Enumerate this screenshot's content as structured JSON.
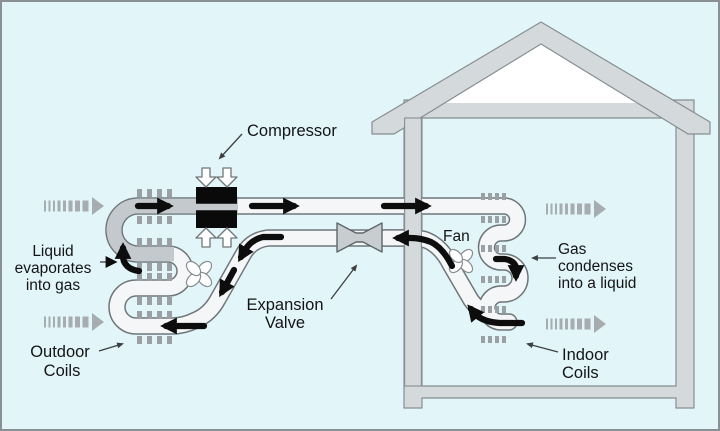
{
  "diagram": {
    "title": "Heat pump heating cycle diagram",
    "type": "schematic"
  },
  "labels": {
    "compressor": "Compressor",
    "liquid_line1": "Liquid",
    "liquid_line2": "evaporates",
    "liquid_line3": "into gas",
    "expansion_line1": "Expansion",
    "expansion_line2": "Valve",
    "fan": "Fan",
    "gas_line1": "Gas",
    "gas_line2": "condenses",
    "gas_line3": "into a liquid",
    "outdoor_line1": "Outdoor",
    "outdoor_line2": "Coils",
    "indoor_line1": "Indoor",
    "indoor_line2": "Coils"
  },
  "colors": {
    "background": "#e2f6fa",
    "border": "#8a9194",
    "house": "#d4d9db",
    "pipe_fill": "#f4f6f7",
    "pipe_outline": "#6e767a",
    "suction_line_gray": "#c3c9cc",
    "fins": "#9aa0a3",
    "airflow_arrows": "#a6acaf",
    "flow_arrows": "#0d0d0d",
    "compressor": "#0a0a0a"
  }
}
